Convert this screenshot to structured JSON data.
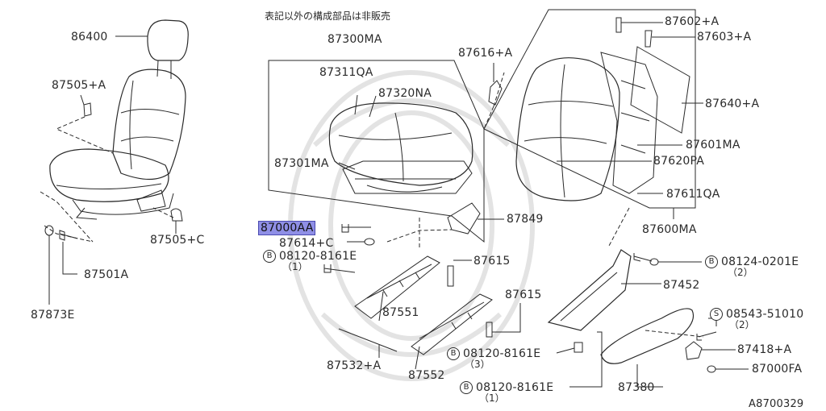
{
  "note": "表記以外の構成部品は非販売",
  "diagram_id": "A8700329",
  "parts": {
    "p86400": "86400",
    "p87505a": "87505+A",
    "p87505c": "87505+C",
    "p87501a": "87501A",
    "p87873e": "87873E",
    "p87300ma": "87300MA",
    "p87311qa": "87311QA",
    "p87320na": "87320NA",
    "p87301ma": "87301MA",
    "p87616a": "87616+A",
    "p87602a": "87602+A",
    "p87603a": "87603+A",
    "p87640a": "87640+A",
    "p87601ma": "87601MA",
    "p87620pa": "87620PA",
    "p87611qa": "87611QA",
    "p87600ma": "87600MA",
    "p87849": "87849",
    "p87000aa": "87000AA",
    "p87614c": "87614+C",
    "p08120_8161e_1": "08120-8161E",
    "p87615_a": "87615",
    "p87551": "87551",
    "p87615_b": "87615",
    "p08124": "08124-0201E",
    "p87452": "87452",
    "p08543": "08543-51010",
    "p08120_8161e_3": "08120-8161E",
    "p87418a": "87418+A",
    "p87000fa": "87000FA",
    "p87532a": "87532+A",
    "p87552": "87552",
    "p08120_8161e_1b": "08120-8161E",
    "p87380": "87380"
  },
  "qty": {
    "q1": "（1）",
    "q2": "（2）",
    "q2b": "（2）",
    "q3": "（3）",
    "q1b": "（1）"
  },
  "badges": {
    "b1": "B",
    "b2": "B",
    "b3": "S",
    "b4": "B",
    "b5": "B"
  },
  "colors": {
    "line": "#2a2a2a",
    "highlight": "#8f8fe6"
  }
}
